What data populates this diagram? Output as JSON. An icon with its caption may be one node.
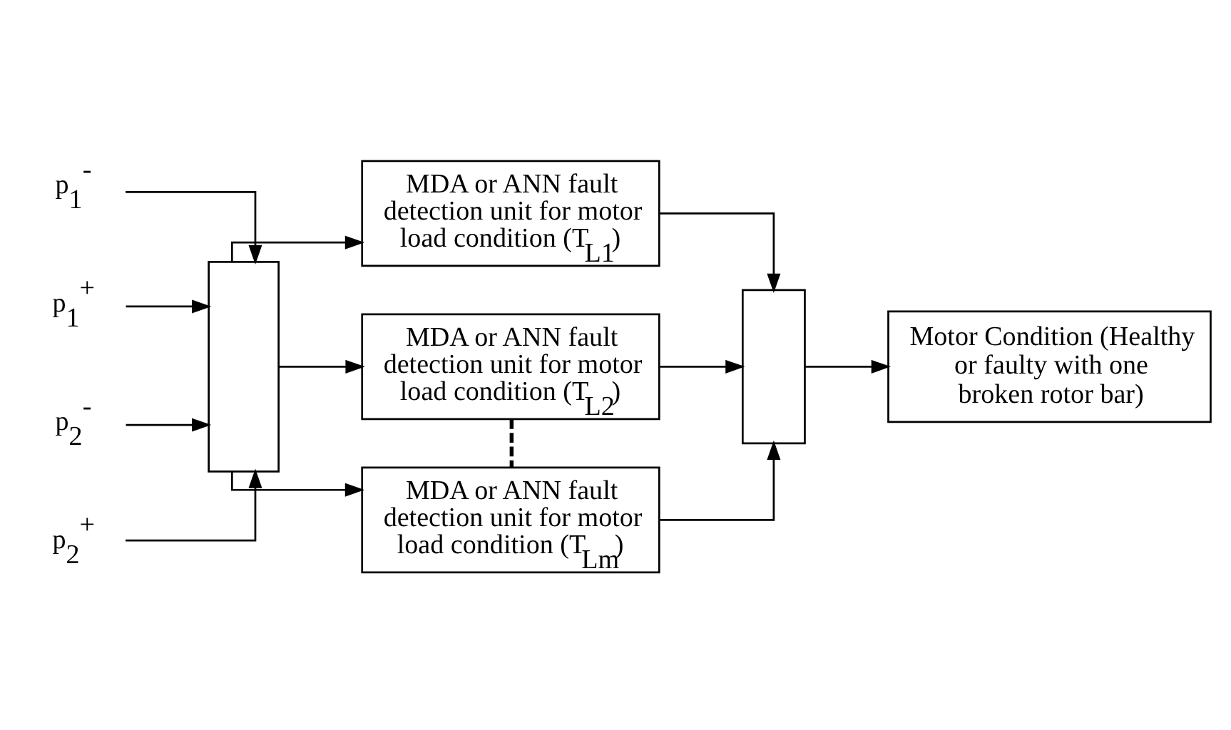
{
  "diagram": {
    "nodes": [
      {
        "text": [
          "p$_{1}$$^{-}$"
        ]
      },
      {
        "text": [
          "p$_{1}$$^{+}$"
        ]
      },
      {
        "text": [
          "p$_{2}$$^{-}$"
        ]
      },
      {
        "text": [
          "p$_{2}$$^{+}$"
        ]
      },
      {
        "text": [],
        "shape": "box"
      },
      {
        "text": [
          "MDA or ANN fault detection unit for motor load condition (T$_{L1}$)"
        ]
      },
      {
        "text": [
          "MDA or ANN fault detection unit for motor load condition (T$_{L2}$)"
        ]
      },
      {
        "text": [
          "MDA or ANN fault detection unit for motor load condition (T$_{Lm}$)"
        ]
      },
      {
        "text": [],
        "shape": "box"
      },
      {
        "text": [
          "Motor Condition (Healthy or faulty with one broken rotor bar)"
        ]
      }
    ],
    "edges": [
      {
        "from": 0,
        "to": 4,
        "arrow": "to"
      },
      {
        "from": 1,
        "to": 4,
        "arrow": "to"
      },
      {
        "from": 2,
        "to": 4,
        "arrow": "to"
      },
      {
        "from": 3,
        "to": 4,
        "arrow": "to"
      },
      {
        "from": 4,
        "to": 5,
        "arrow": "to"
      },
      {
        "from": 4,
        "to": 6,
        "arrow": "to"
      },
      {
        "from": 4,
        "to": 7,
        "arrow": "to"
      },
      {
        "from": 5,
        "to": 8,
        "arrow": "to"
      },
      {
        "from": 6,
        "to": 8,
        "arrow": "to"
      },
      {
        "from": 7,
        "to": 8,
        "arrow": "to"
      },
      {
        "from": 8,
        "to": 9,
        "arrow": "to"
      },
      {
        "from": 6,
        "to": 7,
        "arrow": "none",
        "style": "dashed"
      }
    ]
  }
}
